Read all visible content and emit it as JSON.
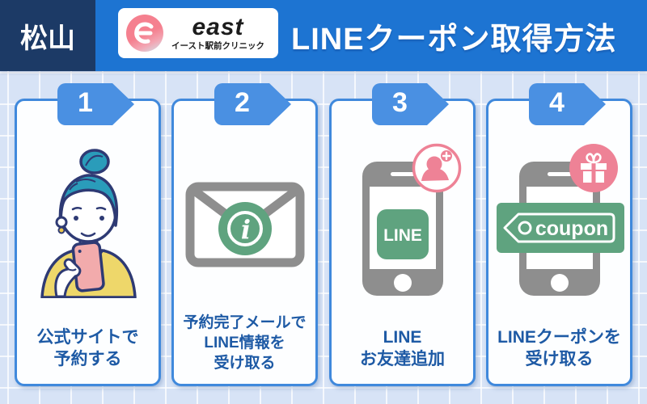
{
  "header": {
    "location": "松山",
    "logo": {
      "brand": "east",
      "subtitle": "イースト駅前クリニック"
    },
    "title": "LINEクーポン取得方法"
  },
  "steps": [
    {
      "number": "1",
      "icon": "person-booking-on-phone",
      "lines": [
        "公式サイトで",
        "予約する"
      ]
    },
    {
      "number": "2",
      "icon": "email-info",
      "lines": [
        "予約完了メールで",
        "LINE情報を",
        "受け取る"
      ]
    },
    {
      "number": "3",
      "icon": "phone-line-add-friend",
      "app_label": "LINE",
      "lines": [
        "LINE",
        "お友達追加"
      ]
    },
    {
      "number": "4",
      "icon": "phone-coupon-gift",
      "coupon_label": "coupon",
      "lines": [
        "LINEクーポンを",
        "受け取る"
      ]
    }
  ],
  "colors": {
    "header_blue": "#1d74d2",
    "header_navy": "#1c3a66",
    "badge_blue": "#4a90e2",
    "card_border": "#4089dc",
    "text_blue": "#1e5aa5",
    "icon_gray": "#8e8e8e",
    "green": "#5fa37f",
    "pink": "#ee8296",
    "background": "#d7e3f6"
  }
}
